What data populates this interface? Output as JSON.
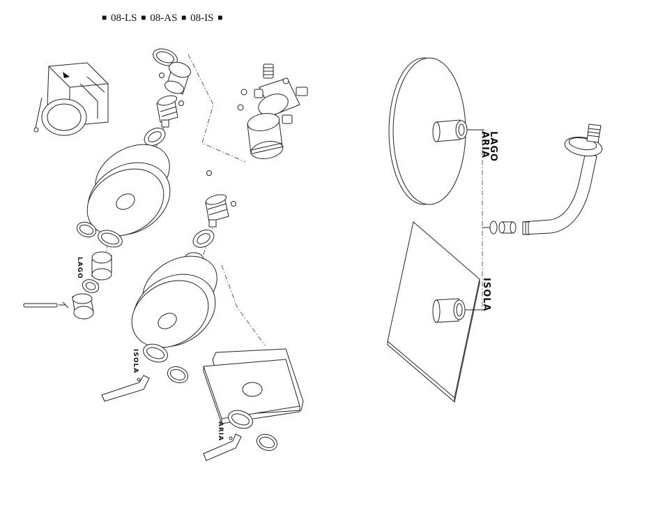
{
  "header": {
    "models": [
      "08-LS",
      "08-AS",
      "08-IS"
    ],
    "bullet": "■"
  },
  "labels": {
    "lago_left": "LAGO",
    "isola_left": "ISOLA",
    "aria_left": "ARIA",
    "lago_right": "LAGO",
    "aria_right": "ARIA",
    "isola_right": "ISOLA"
  }
}
